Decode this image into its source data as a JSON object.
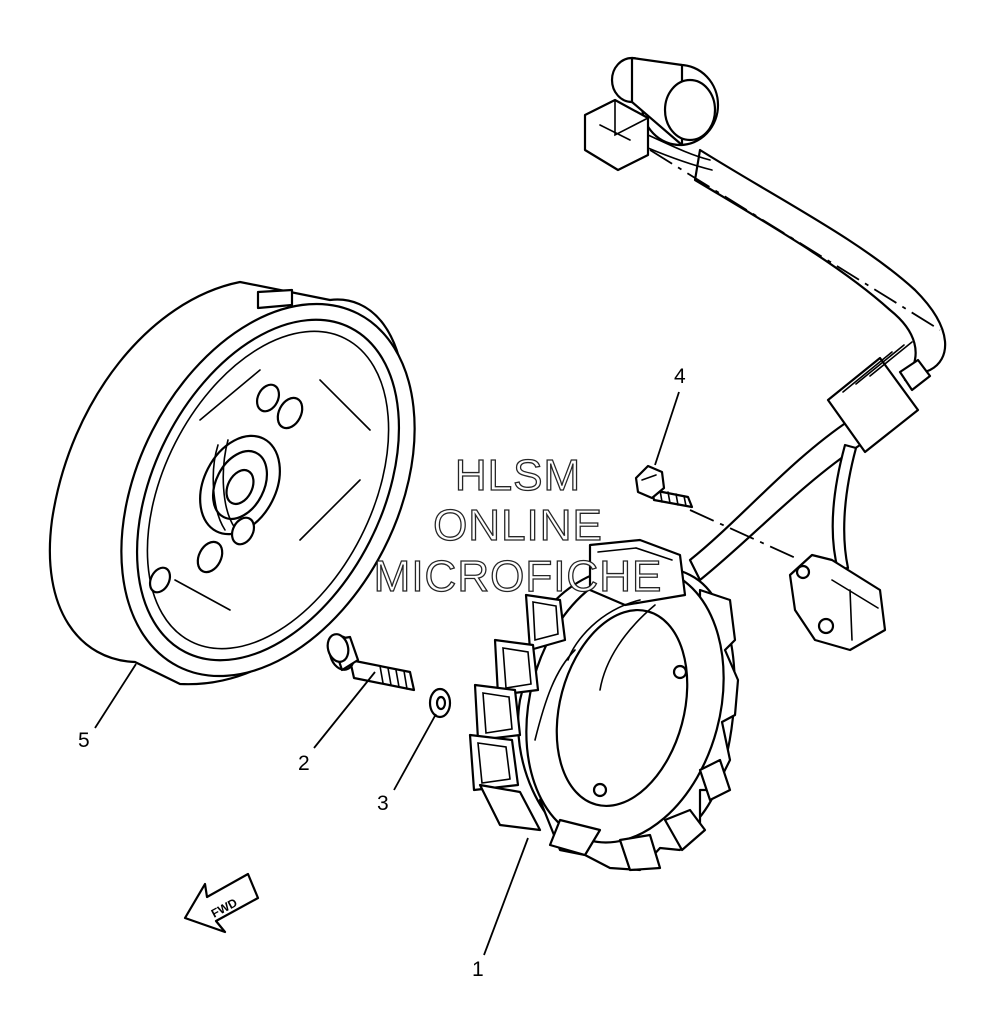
{
  "callouts": [
    {
      "label": "1"
    },
    {
      "label": "2"
    },
    {
      "label": "3"
    },
    {
      "label": "4"
    },
    {
      "label": "5"
    }
  ],
  "watermark": {
    "line1": "HLSM",
    "line2": "ONLINE",
    "line3": "MICROFICHE"
  },
  "direction_marker": {
    "label": "FWD"
  }
}
